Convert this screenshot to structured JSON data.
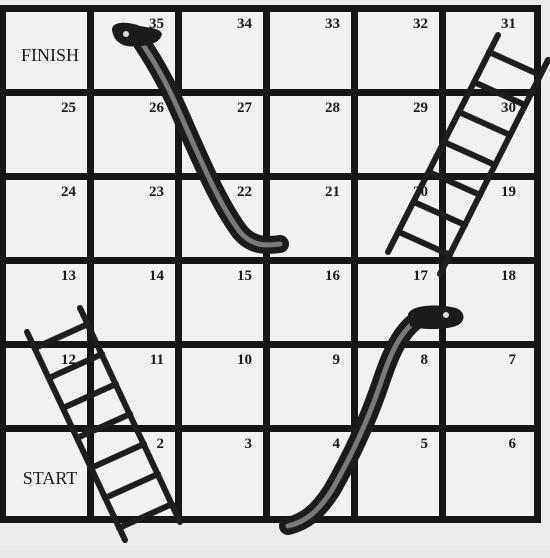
{
  "board": {
    "rows": [
      [
        {
          "num": "",
          "label": "FINISH"
        },
        {
          "num": "35"
        },
        {
          "num": "34"
        },
        {
          "num": "33"
        },
        {
          "num": "32"
        },
        {
          "num": "31"
        }
      ],
      [
        {
          "num": "25"
        },
        {
          "num": "26"
        },
        {
          "num": "27"
        },
        {
          "num": "28"
        },
        {
          "num": "29"
        },
        {
          "num": "30"
        }
      ],
      [
        {
          "num": "24"
        },
        {
          "num": "23"
        },
        {
          "num": "22"
        },
        {
          "num": "21"
        },
        {
          "num": "20"
        },
        {
          "num": "19"
        }
      ],
      [
        {
          "num": "13"
        },
        {
          "num": "14"
        },
        {
          "num": "15"
        },
        {
          "num": "16"
        },
        {
          "num": "17"
        },
        {
          "num": "18"
        }
      ],
      [
        {
          "num": "12"
        },
        {
          "num": "11"
        },
        {
          "num": "10"
        },
        {
          "num": "9"
        },
        {
          "num": "8"
        },
        {
          "num": "7"
        }
      ],
      [
        {
          "num": "",
          "label": "START"
        },
        {
          "num": "2"
        },
        {
          "num": "3"
        },
        {
          "num": "4"
        },
        {
          "num": "5"
        },
        {
          "num": "6"
        }
      ]
    ]
  },
  "pieces": {
    "snakes": [
      {
        "name": "snake-35-to-22",
        "head_square": "35",
        "tail_square": "22"
      },
      {
        "name": "snake-17-to-4",
        "head_square": "17",
        "tail_square": "4"
      }
    ],
    "ladders": [
      {
        "name": "ladder-20-to-31",
        "bottom_square": "20",
        "top_square": "31"
      },
      {
        "name": "ladder-2-to-13",
        "bottom_square": "2",
        "top_square": "13"
      }
    ]
  },
  "colors": {
    "grid_line": "#161616",
    "cell_fill": "#f2f1f0",
    "snake_body": "#3a3a3a",
    "ladder": "#1e1e1e"
  }
}
